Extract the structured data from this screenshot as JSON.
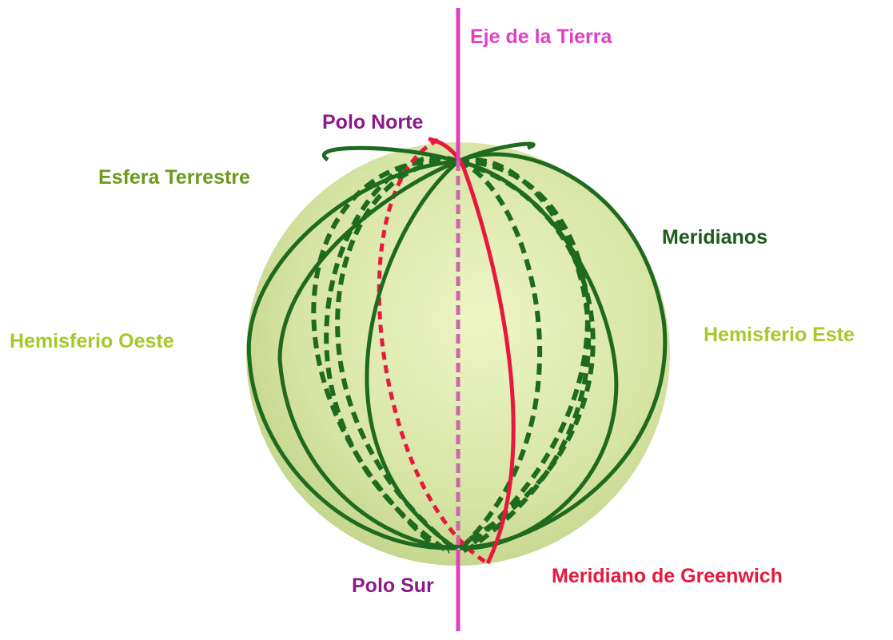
{
  "labels": {
    "axis": "Eje de la Tierra",
    "north_pole": "Polo Norte",
    "sphere": "Esfera Terrestre",
    "meridians": "Meridianos",
    "west_hemisphere": "Hemisferio Oeste",
    "east_hemisphere": "Hemisferio Este",
    "greenwich": "Meridiano de Greenwich",
    "south_pole": "Polo Sur"
  },
  "colors": {
    "axis": "#e040c0",
    "axis_hidden": "#cc66aa",
    "north_pole": "#8b1a8b",
    "south_pole": "#8b1a8b",
    "sphere_label": "#6b9a1e",
    "meridians_label": "#1e5a1e",
    "hemisphere_label": "#a6c82a",
    "greenwich": "#e8183c",
    "meridian_line": "#1e6a1e",
    "sphere_fill": "#d4e3a0"
  }
}
